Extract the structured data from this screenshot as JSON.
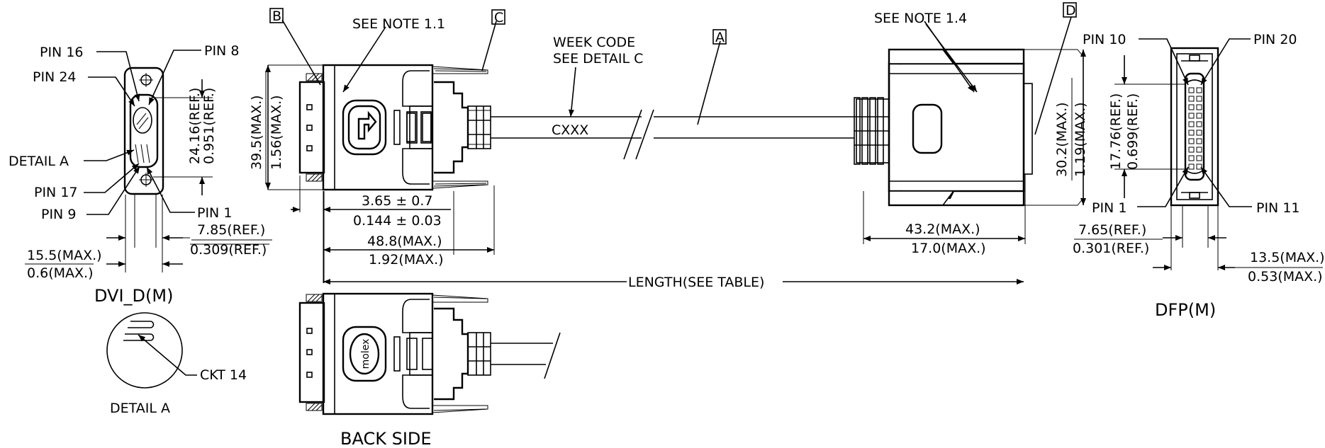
{
  "labels": {
    "pin16": "PIN 16",
    "pin8": "PIN 8",
    "pin24": "PIN 24",
    "detail_a": "DETAIL A",
    "pin17": "PIN 17",
    "pin9": "PIN 9",
    "pin1_left": "PIN 1",
    "dvi_title": "DVI_D(M)",
    "ckt14": "CKT 14",
    "detail_a_caption": "DETAIL A",
    "back_side": "BACK SIDE",
    "see_note_11": "SEE NOTE 1.1",
    "week_code_1": "WEEK CODE",
    "week_code_2": "SEE DETAIL C",
    "cxxx": "CXXX",
    "see_note_14": "SEE NOTE 1.4",
    "pin10": "PIN 10",
    "pin20": "PIN 20",
    "pin1_right": "PIN 1",
    "pin11": "PIN 11",
    "dfp_title": "DFP(M)",
    "length": "LENGTH(SEE TABLE)",
    "logo_text": "molex"
  },
  "callouts": {
    "b": "B",
    "c": "C",
    "a": "A",
    "d": "D"
  },
  "dims": {
    "d2416": "24.16(REF.)",
    "d0951": "0.951(REF.)",
    "d785": "7.85(REF.)",
    "d0309": "0.309(REF.)",
    "d155": "15.5(MAX.)",
    "d06": "0.6(MAX.)",
    "d395": "39.5(MAX.)",
    "d156": "1.56(MAX.)",
    "d365": "3.65 ± 0.7",
    "d0144": "0.144 ± 0.03",
    "d488": "48.8(MAX.)",
    "d192": "1.92(MAX.)",
    "d302": "30.2(MAX.)",
    "d119": "1.19(MAX.)",
    "d432": "43.2(MAX.)",
    "d170": "17.0(MAX.)",
    "d1776": "17.76(REF.)",
    "d0699": "0.699(REF.)",
    "d765": "7.65(REF.)",
    "d0301": "0.301(REF.)",
    "d135": "13.5(MAX.)",
    "d053": "0.53(MAX.)"
  }
}
